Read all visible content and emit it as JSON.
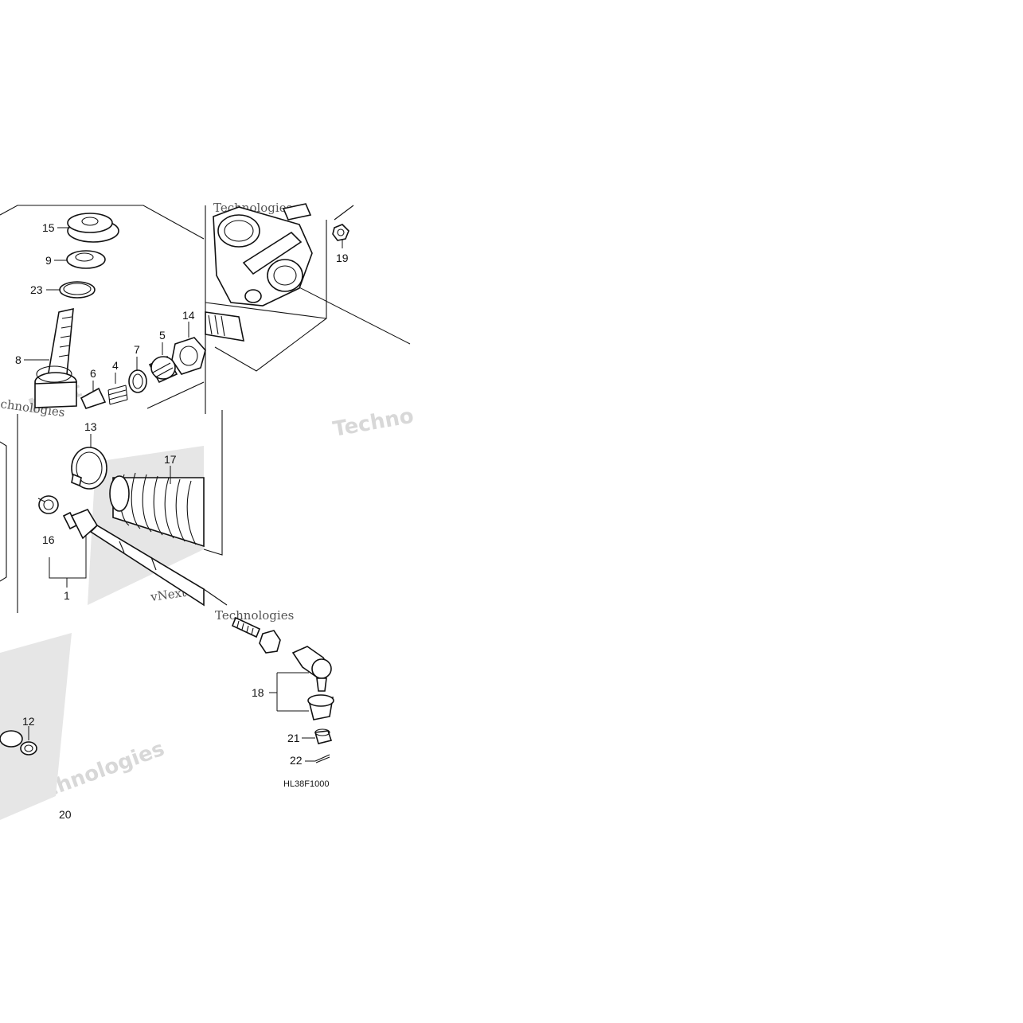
{
  "diagram": {
    "part_code": "HL38F1000",
    "callouts": {
      "c15": "15",
      "c9": "9",
      "c23": "23",
      "c8": "8",
      "c6": "6",
      "c4": "4",
      "c7": "7",
      "c5": "5",
      "c14": "14",
      "c19": "19",
      "c13": "13",
      "c17": "17",
      "c16": "16",
      "c1": "1",
      "c18": "18",
      "c21": "21",
      "c22": "22",
      "c12": "12",
      "c20": "20"
    },
    "watermarks": {
      "w1": "Technologies",
      "w2": "Techno",
      "w3": "vNext Te",
      "w4": "Technologies",
      "w5": "Next",
      "w6": "Technologies",
      "w7": "chnologies",
      "w8": "xt"
    }
  }
}
